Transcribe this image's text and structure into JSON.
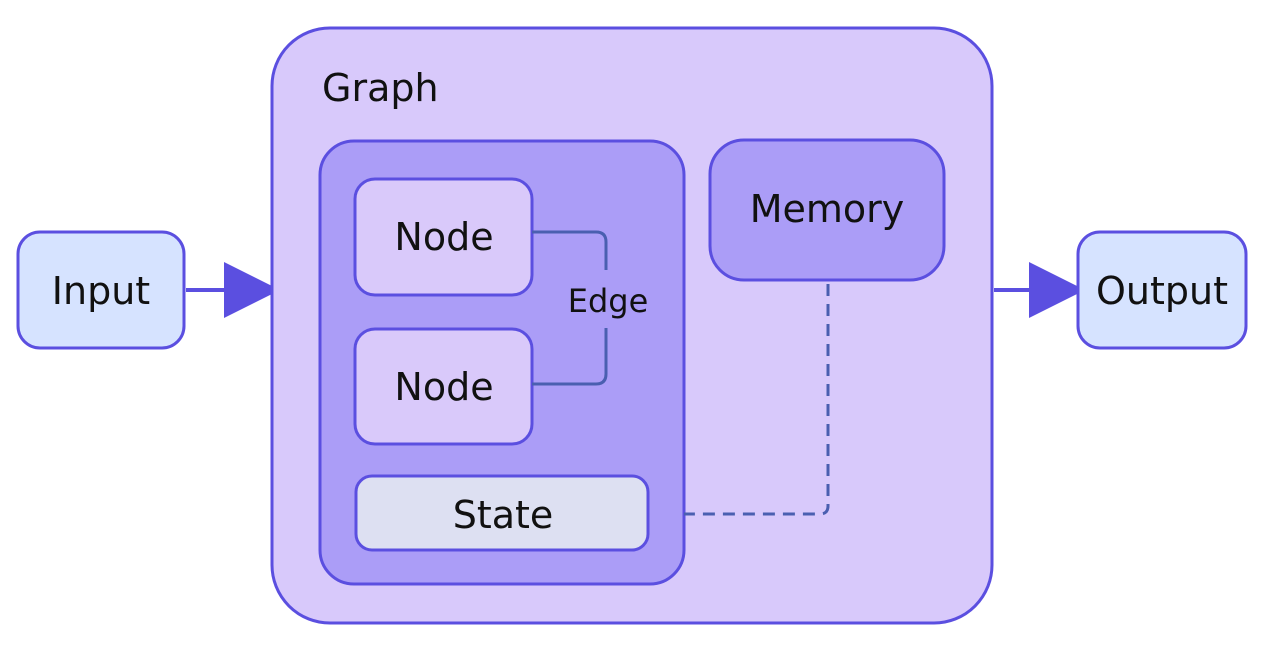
{
  "labels": {
    "input": "Input",
    "graph": "Graph",
    "node_top": "Node",
    "node_bottom": "Node",
    "edge": "Edge",
    "memory": "Memory",
    "state": "State",
    "output": "Output"
  },
  "colors": {
    "outline": "#5b4fe0",
    "input_output_fill": "#d6e3ff",
    "graph_fill": "#d8c9fb",
    "inner_panel_fill": "#ab9df7",
    "node_fill": "#d9c9fa",
    "memory_fill": "#ab9df7",
    "state_fill": "#dde0f2",
    "connector": "#4a5fb0"
  }
}
